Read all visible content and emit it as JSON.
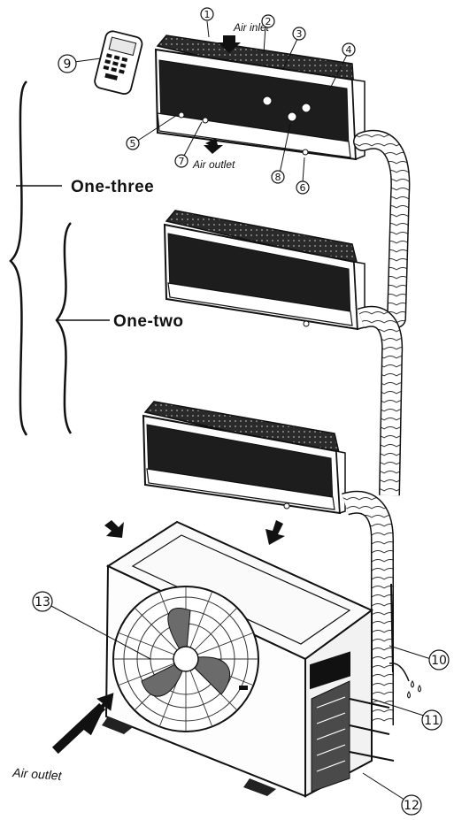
{
  "labels": {
    "air_inlet": "Air inlet",
    "air_outlet_indoor": "Air outlet",
    "air_outlet_outdoor": "Air outlet",
    "one_three": "One-three",
    "one_two": "One-two"
  },
  "callouts": [
    "1",
    "2",
    "3",
    "4",
    "5",
    "6",
    "7",
    "8",
    "9",
    "10",
    "11",
    "12",
    "13"
  ]
}
